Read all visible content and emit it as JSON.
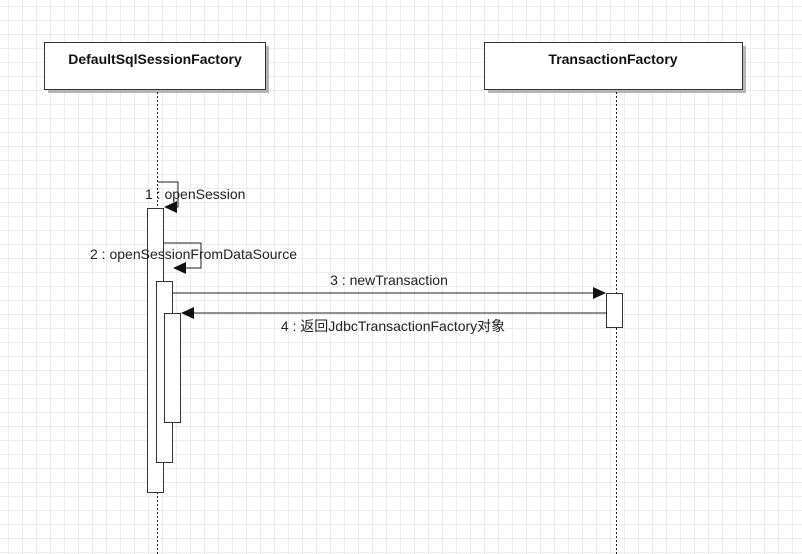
{
  "participants": [
    {
      "id": "default-sql-session-factory",
      "label": "DefaultSqlSessionFactory"
    },
    {
      "id": "transaction-factory",
      "label": "TransactionFactory"
    }
  ],
  "messages": [
    {
      "label": "1 : openSession",
      "from": "default-sql-session-factory",
      "to": "default-sql-session-factory",
      "kind": "self-call"
    },
    {
      "label": "2 : openSessionFromDataSource",
      "from": "default-sql-session-factory",
      "to": "default-sql-session-factory",
      "kind": "self-call"
    },
    {
      "label": "3 : newTransaction",
      "from": "default-sql-session-factory",
      "to": "transaction-factory",
      "kind": "call"
    },
    {
      "label": "4 : 返回JdbcTransactionFactory对象",
      "from": "transaction-factory",
      "to": "default-sql-session-factory",
      "kind": "return"
    }
  ],
  "colors": {
    "line": "#222222",
    "box_border": "#333333",
    "box_shadow": "#b5b5b5",
    "grid": "#ececec",
    "background": "#ffffff"
  }
}
